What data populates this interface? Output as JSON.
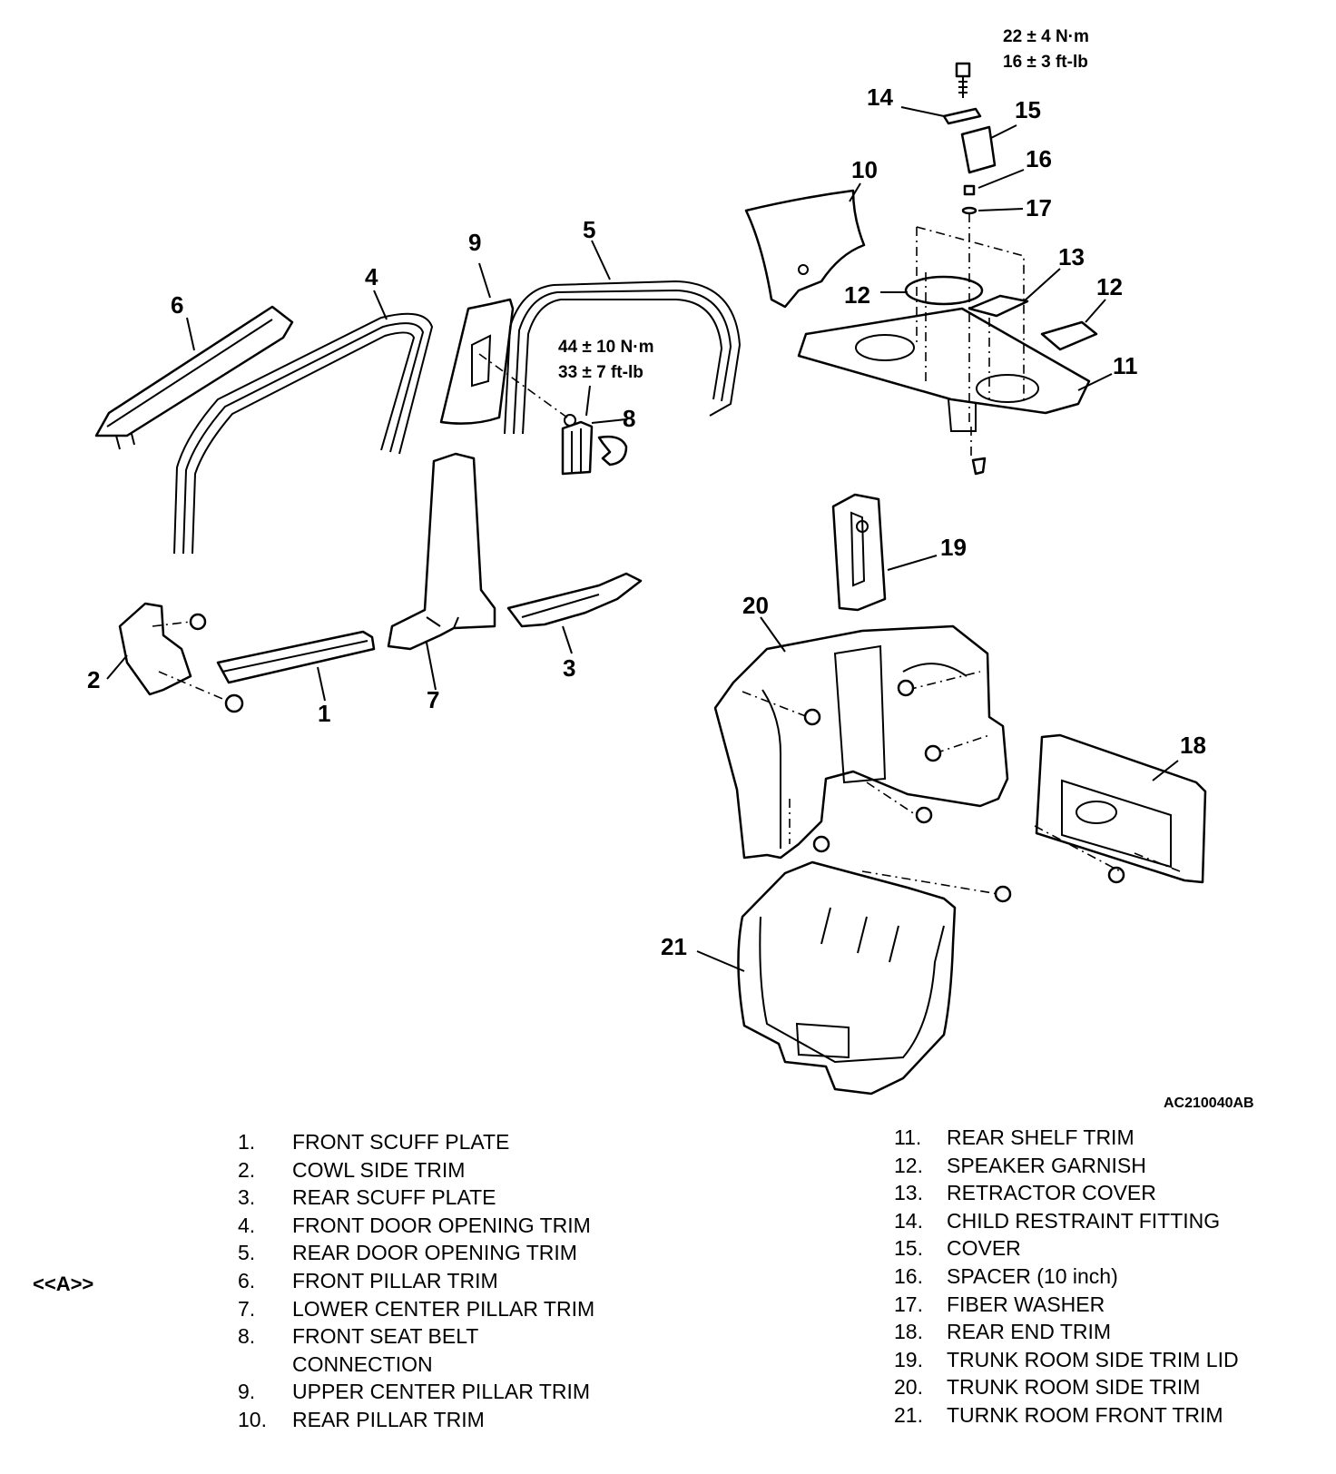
{
  "figure_id": "AC210040AB",
  "marker": "<<A>>",
  "torque_a": {
    "line1": "22 ± 4 N·m",
    "line2": "16 ± 3 ft-lb"
  },
  "torque_b": {
    "line1": "44 ± 10 N·m",
    "line2": "33 ± 7 ft-lb"
  },
  "callouts": {
    "c1": "1",
    "c2": "2",
    "c3": "3",
    "c4": "4",
    "c5": "5",
    "c6": "6",
    "c7": "7",
    "c8": "8",
    "c9": "9",
    "c10": "10",
    "c11": "11",
    "c12": "12",
    "c13": "13",
    "c14": "14",
    "c15": "15",
    "c16": "16",
    "c17": "17",
    "c18": "18",
    "c19": "19",
    "c20": "20",
    "c21": "21"
  },
  "legend": [
    {
      "num": "1.",
      "text": "FRONT SCUFF PLATE"
    },
    {
      "num": "2.",
      "text": "COWL SIDE TRIM"
    },
    {
      "num": "3.",
      "text": "REAR SCUFF PLATE"
    },
    {
      "num": "4.",
      "text": "FRONT DOOR OPENING TRIM"
    },
    {
      "num": "5.",
      "text": "REAR DOOR OPENING TRIM"
    },
    {
      "num": "6.",
      "text": "FRONT PILLAR TRIM"
    },
    {
      "num": "7.",
      "text": "LOWER CENTER PILLAR TRIM"
    },
    {
      "num": "8.",
      "text": "FRONT SEAT BELT"
    },
    {
      "num": "",
      "text": "CONNECTION"
    },
    {
      "num": "9.",
      "text": "UPPER CENTER PILLAR TRIM"
    },
    {
      "num": "10.",
      "text": "REAR PILLAR TRIM"
    },
    {
      "num": "11.",
      "text": "REAR SHELF TRIM"
    },
    {
      "num": "12.",
      "text": "SPEAKER GARNISH"
    },
    {
      "num": "13.",
      "text": "RETRACTOR COVER"
    },
    {
      "num": "14.",
      "text": "CHILD RESTRAINT FITTING"
    },
    {
      "num": "15.",
      "text": "COVER"
    },
    {
      "num": "16.",
      "text": "SPACER (10 inch)"
    },
    {
      "num": "17.",
      "text": "FIBER WASHER"
    },
    {
      "num": "18.",
      "text": "REAR END TRIM"
    },
    {
      "num": "19.",
      "text": "TRUNK ROOM SIDE TRIM LID"
    },
    {
      "num": "20.",
      "text": "TRUNK ROOM SIDE TRIM"
    },
    {
      "num": "21.",
      "text": "TURNK ROOM FRONT TRIM"
    }
  ]
}
